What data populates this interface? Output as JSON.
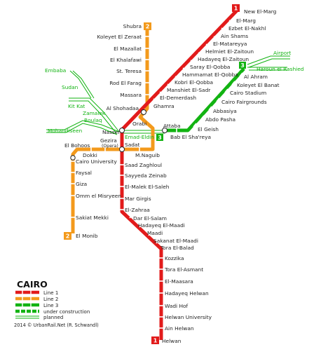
{
  "title": "CAIRO",
  "credit": "2014 © UrbanRail.Net (R. Schwandl)",
  "colors": {
    "line1": "#e21b1b",
    "line2": "#f39a1c",
    "line3": "#12b312",
    "tick": "#ffffff"
  },
  "legend": {
    "line1": "Line 1",
    "line2": "Line 2",
    "line3": "Line 3",
    "under_construction": "under construction",
    "planned": "planned"
  },
  "badges": {
    "line1": "1",
    "line2": "2",
    "line3": "3"
  },
  "line1_stations": {
    "new_el_marg": "New El-Marg",
    "el_marg": "El-Marg",
    "ezbet_el_nakhl": "Ezbet El-Nakhl",
    "ain_shams": "Ain Shams",
    "el_matareyya": "El-Matareyya",
    "helmiet_el_zaitoun": "Helmiet El-Zaitoun",
    "hadayeq_el_zaitoun": "Hadayeq El-Zaitoun",
    "saray_el_qobba": "Saray El-Qobba",
    "hammamat_el_qobba": "Hammamat El-Qobba",
    "kobri_el_qobba": "Kobri El-Qobba",
    "manshiet_el_sadr": "Manshiet El-Sadr",
    "el_demerdash": "El-Demerdash",
    "ghamra": "Ghamra",
    "orabi": "Orabi",
    "nasser": "Nasser",
    "sadat": "Sadat",
    "saad_zaghloul": "Saad Zaghloul",
    "sayyeda_zeinab": "Sayyeda Zeinab",
    "el_malek_el_saleh": "El-Malek El-Saleh",
    "mar_girgis": "Mar Girgis",
    "el_zahraa": "El-Zahraa",
    "dar_el_salam": "Dar El-Salam",
    "hadayeq_el_maadi": "Hadayeq El-Maadi",
    "maadi": "Maadi",
    "sakanat_el_maadi": "Sakanat El-Maadi",
    "tora_el_balad": "Tora El-Balad",
    "kozzika": "Kozzika",
    "tora_el_asmant": "Tora El-Asmant",
    "el_maasara": "El-Maasara",
    "hadayeq_helwan": "Hadayeq Helwan",
    "wadi_hof": "Wadi Hof",
    "helwan_university": "Helwan University",
    "ain_helwan": "Ain Helwan",
    "helwan": "Helwan"
  },
  "line2_stations": {
    "shubra": "Shubra",
    "koleyet_el_zeraat": "Koleyet El Zeraat",
    "el_mazallat": "El Mazallat",
    "el_khalafawi": "El Khalafawi",
    "st_teresa": "St. Teresa",
    "rod_el_farag": "Rod El Farag",
    "massara": "Massara",
    "al_shohadaa": "Al Shohadaa",
    "attaba": "Attaba",
    "m_naguib": "M.Naguib",
    "opera": "Gezira (Opera)",
    "gezira": "Gezira",
    "opera_sub": "(Opera)",
    "dokki": "Dokki",
    "el_bohoos": "El Bohoos",
    "cairo_university": "Cairo University",
    "faysal": "Faysal",
    "giza": "Giza",
    "omm_el_misryeen": "Omm el Misryeen",
    "sakiat_mekki": "Sakiat Mekki",
    "el_monib": "El Monib"
  },
  "line3_stations": {
    "airport": "Airport",
    "haroun_el_rashied": "Haroun el Rashied",
    "al_ahram": "Al Ahram",
    "koleyet_el_banat": "Koleyet El Banat",
    "cairo_stadium": "Cairo Stadium",
    "cairo_fairgrounds": "Cairo Fairgrounds",
    "abbasiya": "Abbasiya",
    "abdo_pasha": "Abdo Pasha",
    "el_geish": "El Geish",
    "bab_el_shareya": "Bab El Sha'reya",
    "emad_eldin": "Emad-Eldin",
    "embaba": "Embaba",
    "sudan": "Sudan",
    "kit_kat": "Kit Kat",
    "zamalek": "Zamalek",
    "boulaq": "Boulaq",
    "mohandiseen": "Mohandiseen"
  }
}
